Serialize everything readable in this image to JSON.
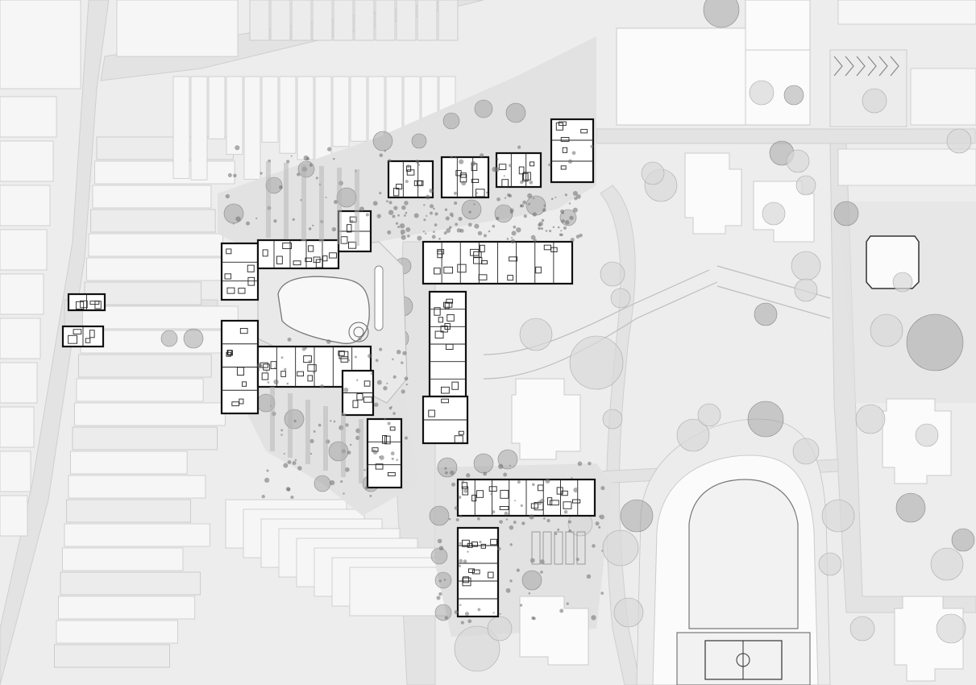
{
  "map": {
    "kind": "urban site plan",
    "style": "grayscale architectural drawing",
    "colors": {
      "background": "#ededed",
      "context_buildings": "#f6f6f6",
      "roads": "#e3e3e3",
      "project_outline": "#111111",
      "vegetation": "#8a8a8a"
    },
    "layers": [
      "context-parcels",
      "roads",
      "green-spaces",
      "trees",
      "project-buildings",
      "sports-field"
    ],
    "labels": []
  }
}
